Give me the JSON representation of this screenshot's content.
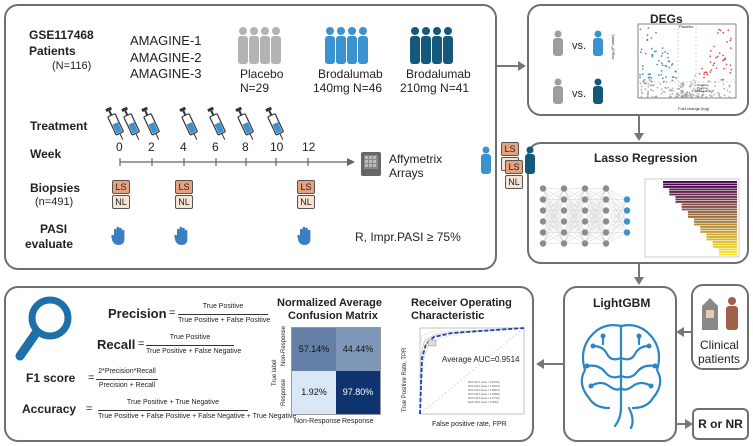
{
  "study": {
    "accession": "GSE117468",
    "patients_label": "Patients",
    "patients_n": "(N=116)",
    "trials": [
      "AMAGINE-1",
      "AMAGINE-2",
      "AMAGINE-3"
    ],
    "groups": [
      {
        "name": "Placebo",
        "detail": "N=29",
        "color": "#b3b3b3"
      },
      {
        "name": "Brodalumab",
        "detail": "140mg N=46",
        "color": "#3a93cf"
      },
      {
        "name": "Brodalumab",
        "detail": "210mg N=41",
        "color": "#14587a"
      }
    ],
    "treatment_label": "Treatment",
    "week_label": "Week",
    "weeks": [
      "0",
      "2",
      "4",
      "6",
      "8",
      "10",
      "12"
    ],
    "biopsies_label": "Biopsies",
    "biopsies_n": "(n=491)",
    "pasi_label": "PASI",
    "pasi_label2": "evaluate",
    "arrays_label": "Affymetrix",
    "arrays_label2": "Arrays",
    "response_rule": "R, Impr.PASI ≥ 75%",
    "ls": "LS",
    "nl": "NL"
  },
  "degs": {
    "title": "DEGs",
    "vs": "vs.",
    "colors": {
      "up": "#d62728",
      "down": "#1f77b4",
      "ns": "#9e9e9e"
    },
    "plot_tag": "Placebo",
    "ylabel": "-log₁₀(P value)",
    "xlabel": "Fold change (log)",
    "legend": [
      "Negative",
      "Positive",
      "Insignificant"
    ]
  },
  "lasso": {
    "title": "Lasso Regression"
  },
  "lightgbm": {
    "title": "LightGBM"
  },
  "clinical": {
    "label1": "Clinical",
    "label2": "patients"
  },
  "output": {
    "label": "R or NR"
  },
  "metrics": {
    "precision": {
      "name": "Precision",
      "eq": "=",
      "num": "True Positive",
      "den": "True Positive + False Positive"
    },
    "recall": {
      "name": "Recall",
      "eq": "=",
      "num": "True Positive",
      "den": "True Positive + False Negative"
    },
    "f1": {
      "name": "F1 score",
      "eq": "=",
      "num": "2*Precision*Recall",
      "den": "Precision + Recall"
    },
    "accuracy": {
      "name": "Accuracy",
      "eq": "=",
      "num": "True Positive + True Negative",
      "den": "True Positive + False Positive + False Negative + True Negative"
    }
  },
  "confusion": {
    "title1": "Normalized Average",
    "title2": "Confusion Matrix",
    "ylabel": "True label",
    "ytick_top": "Non-Response",
    "ytick_bottom": "Response",
    "xticks": [
      "Non-Response",
      "Response"
    ],
    "cells": [
      "57.14%",
      "44.44%",
      "1.92%",
      "97.80%"
    ],
    "cell_values": [
      0.5714,
      0.4444,
      0.0192,
      0.978
    ]
  },
  "roc": {
    "title1": "Receiver Operating",
    "title2": "Characteristic",
    "ylabel": "True Positive Rate, TPR",
    "xlabel": "False positive rate, FPR",
    "auc_label": "Average AUC=0.9514",
    "legend": [
      "ROC fold 1 (area = 0.92761)",
      "ROC fold 2 (area = 0.95134)",
      "ROC fold 3 (area = 0.98641)",
      "ROC fold 4 (area = 0.93699)",
      "ROC fold 5 (area = 0.97720)",
      "Mean ROC (area = 0.9514)"
    ]
  }
}
